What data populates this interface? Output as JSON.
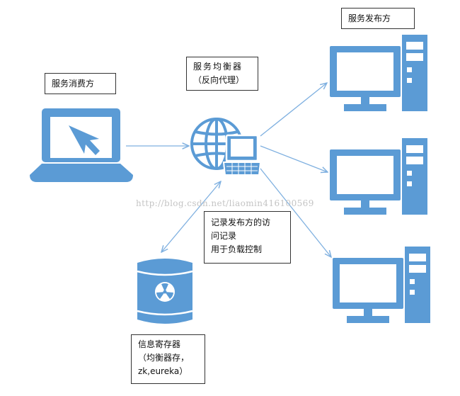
{
  "colors": {
    "icon_blue": "#5b9bd5",
    "arrow_blue": "#7fb0e0",
    "border": "#333333"
  },
  "nodes": {
    "consumer": {
      "label": "服务消费方",
      "icon": "laptop-icon"
    },
    "balancer": {
      "line1": "服务均衡器",
      "line2": "（反向代理）",
      "icon": "globe-computer-icon"
    },
    "publisher": {
      "label": "服务发布方",
      "icon": "desktop-computer-icon"
    },
    "registry": {
      "line1": "信息寄存器",
      "line2": "（均衡器存，",
      "line3": "zk,eureka）",
      "icon": "barrel-icon"
    }
  },
  "notes": {
    "access_log": {
      "line1": "记录发布方的访",
      "line2": "问记录",
      "line3": "用于负载控制"
    }
  },
  "watermark": "http://blog.csdn.net/liaomin416100569"
}
